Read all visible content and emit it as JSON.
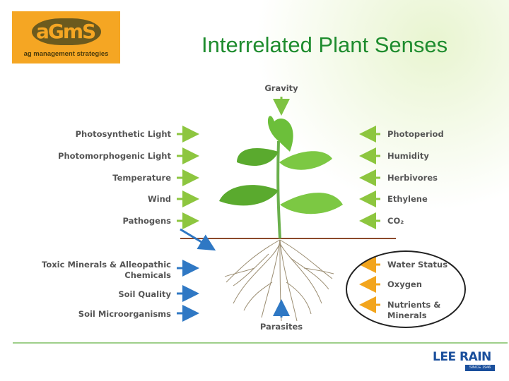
{
  "header": {
    "title": "Interrelated Plant Senses",
    "logo": {
      "mark": "aGmS",
      "tagline": "ag management strategies",
      "bg_color": "#f5a623"
    }
  },
  "diagram": {
    "top_label": "Gravity",
    "bottom_label": "Parasites",
    "left_above_ground": [
      "Photosynthetic Light",
      "Photomorphogenic Light",
      "Temperature",
      "Wind",
      "Pathogens"
    ],
    "left_below_ground": [
      "Toxic Minerals & Alleopathic Chemicals",
      "Soil Quality",
      "Soil Microorganisms"
    ],
    "right_above_ground": [
      "Photoperiod",
      "Humidity",
      "Herbivores",
      "Ethylene",
      "CO₂"
    ],
    "right_below_ground": [
      "Water Status",
      "Oxygen",
      "Nutrients & Minerals"
    ],
    "colors": {
      "arrow_left": "#2f78c4",
      "arrow_right": "#f2a51d",
      "arrow_vertical": "#8dc63f",
      "title": "#1e8c2e",
      "ground_line": "#8b4a2b"
    }
  },
  "footer": {
    "brand": "LEE RAIN",
    "tagline": "SINCE 1946"
  }
}
